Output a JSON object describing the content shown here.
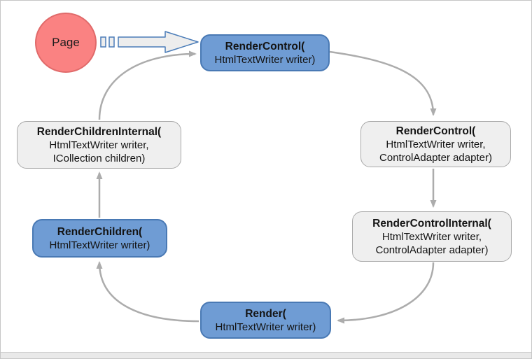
{
  "diagram": {
    "start": {
      "label": "Page"
    },
    "nodes": [
      {
        "id": "render-control",
        "title": "RenderControl(",
        "params": [
          "HtmlTextWriter writer)"
        ],
        "variant": "blue"
      },
      {
        "id": "render-control-adapter",
        "title": "RenderControl(",
        "params": [
          "HtmlTextWriter writer,",
          "ControlAdapter adapter)"
        ],
        "variant": "gray"
      },
      {
        "id": "render-control-internal",
        "title": "RenderControlInternal(",
        "params": [
          "HtmlTextWriter writer,",
          "ControlAdapter adapter)"
        ],
        "variant": "gray"
      },
      {
        "id": "render",
        "title": "Render(",
        "params": [
          "HtmlTextWriter writer)"
        ],
        "variant": "blue"
      },
      {
        "id": "render-children",
        "title": "RenderChildren(",
        "params": [
          "HtmlTextWriter writer)"
        ],
        "variant": "blue"
      },
      {
        "id": "render-children-internal",
        "title": "RenderChildrenInternal(",
        "params": [
          "HtmlTextWriter writer,",
          "ICollection children)"
        ],
        "variant": "gray"
      }
    ],
    "edges": [
      {
        "from": "page",
        "to": "render-control"
      },
      {
        "from": "render-control",
        "to": "render-control-adapter"
      },
      {
        "from": "render-control-adapter",
        "to": "render-control-internal"
      },
      {
        "from": "render-control-internal",
        "to": "render"
      },
      {
        "from": "render",
        "to": "render-children"
      },
      {
        "from": "render-children",
        "to": "render-children-internal"
      },
      {
        "from": "render-children-internal",
        "to": "render-control"
      }
    ]
  },
  "colors": {
    "node-blue-fill": "#6F9CD4",
    "node-blue-border": "#4979B4",
    "node-gray-fill": "#EFEFEF",
    "node-gray-border": "#A9A9A9",
    "circle-fill": "#FA8282",
    "circle-border": "#E06A6A",
    "arrow-gray": "#ACACAC",
    "block-arrow-fill": "#EDEDED",
    "block-arrow-border": "#4A7CB8"
  }
}
